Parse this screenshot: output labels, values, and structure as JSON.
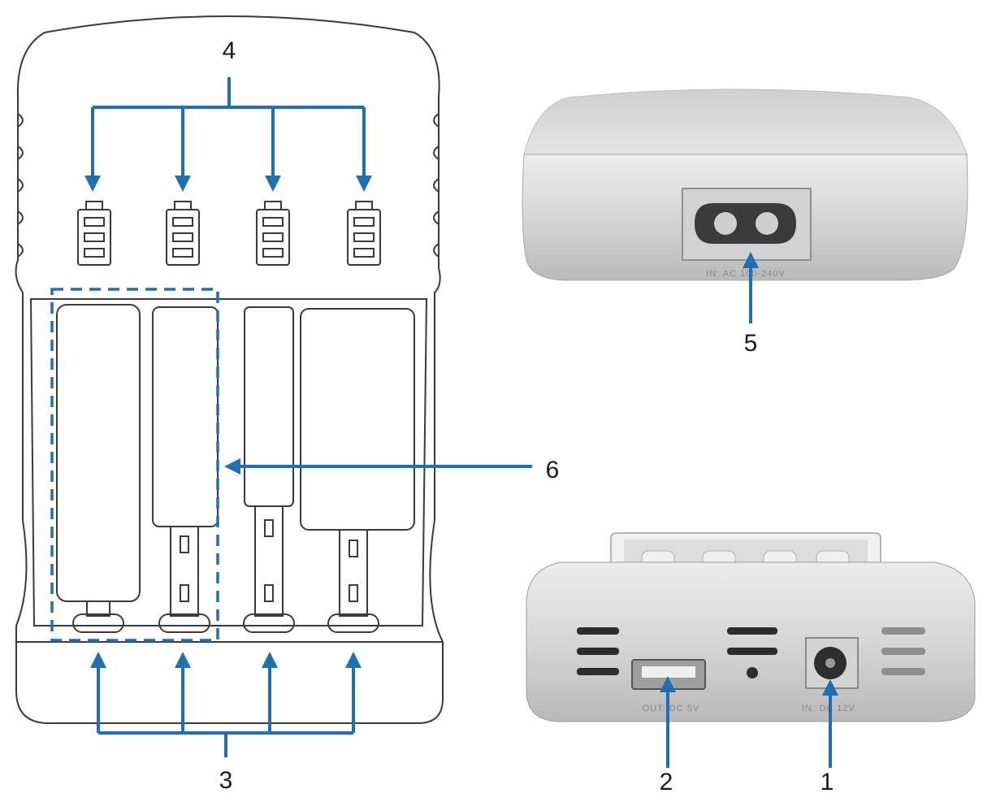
{
  "callouts": {
    "c1": "1",
    "c2": "2",
    "c3": "3",
    "c4": "4",
    "c5": "5",
    "c6": "6"
  },
  "port_labels": {
    "ac_input": "IN: AC 100-240V",
    "usb_output": "OUT: DC 5V",
    "dc_input": "IN: DC 12V"
  },
  "colors": {
    "arrow": "#1f6fb3",
    "outline": "#3a3a3a",
    "device_body": "#d9d9d9",
    "device_shadow": "#a8a8a8"
  }
}
